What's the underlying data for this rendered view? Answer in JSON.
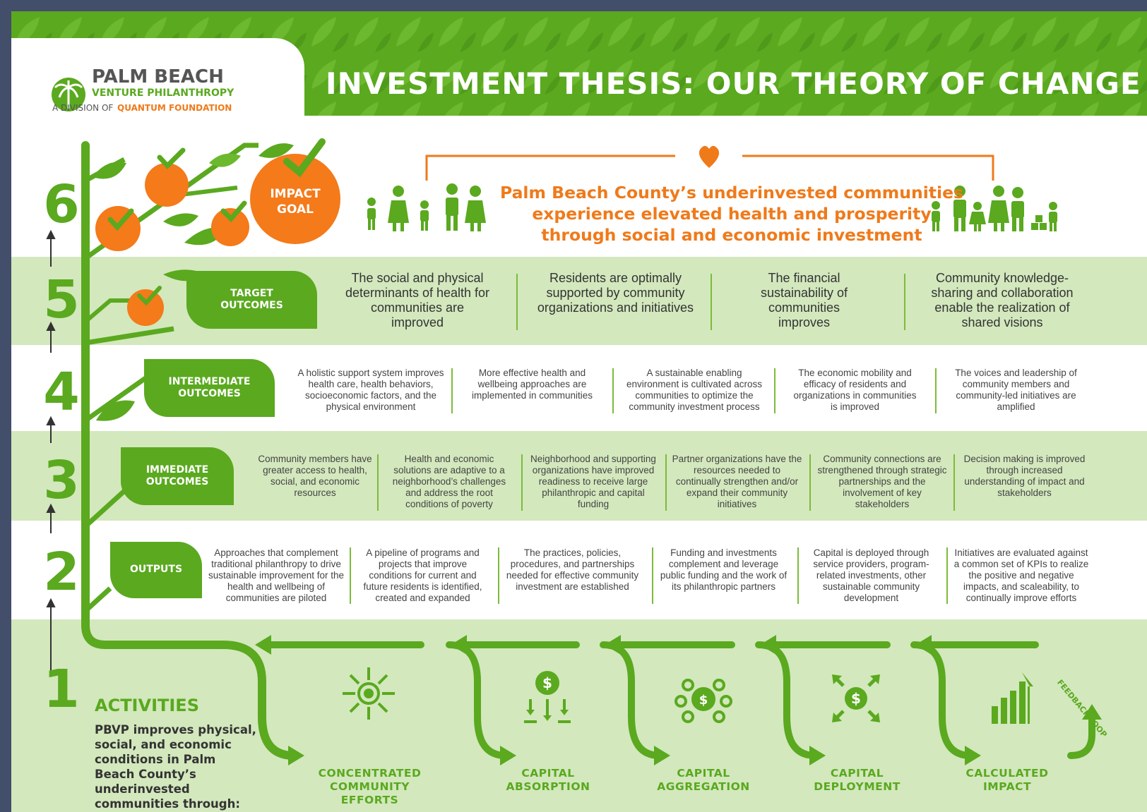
{
  "colors": {
    "green": "#5aa91f",
    "light_green": "#d3e8bd",
    "orange": "#ef7a1a",
    "frame": "#424e6a"
  },
  "header": {
    "title": "INVESTMENT THESIS: OUR THEORY OF CHANGE"
  },
  "logo": {
    "line1": "PALM BEACH",
    "line2": "VENTURE PHILANTHROPY",
    "division_prefix": "A DIVISION OF",
    "division_name": "QUANTUM FOUNDATION"
  },
  "steps": [
    {
      "number": "6",
      "label": "IMPACT GOAL"
    },
    {
      "number": "5",
      "label": "TARGET OUTCOMES"
    },
    {
      "number": "4",
      "label": "INTERMEDIATE OUTCOMES"
    },
    {
      "number": "3",
      "label": "IMMEDIATE OUTCOMES"
    },
    {
      "number": "2",
      "label": "OUTPUTS"
    },
    {
      "number": "1",
      "label": "ACTIVITIES"
    }
  ],
  "impact_goal": {
    "label_line1": "IMPACT",
    "label_line2": "GOAL",
    "text": "Palm Beach County’s underinvested communities experience elevated health and prosperity through social and economic investment"
  },
  "target_outcomes": {
    "label_line1": "TARGET",
    "label_line2": "OUTCOMES",
    "items": [
      "The social and physical determinants of health for communities are improved",
      "Residents are optimally supported by community organizations and initiatives",
      "The financial sustainability of communities improves",
      "Community knowledge-sharing and collaboration enable the realization of shared visions"
    ]
  },
  "intermediate_outcomes": {
    "label_line1": "INTERMEDIATE",
    "label_line2": "OUTCOMES",
    "items": [
      "A holistic support system improves health care, health behaviors, socioeconomic factors, and the physical environment",
      "More effective health and wellbeing approaches are implemented in communities",
      "A sustainable enabling environment is cultivated across communities to optimize the community investment process",
      "The economic mobility and efficacy of residents and organizations in communities is improved",
      "The voices and leadership of community members and community-led initiatives are amplified"
    ]
  },
  "immediate_outcomes": {
    "label_line1": "IMMEDIATE",
    "label_line2": "OUTCOMES",
    "items": [
      "Community members have greater access to health, social, and economic resources",
      "Health and economic solutions are adaptive to a neighborhood’s challenges and address the root conditions of poverty",
      "Neighborhood and supporting organizations have improved readiness to receive large philanthropic and capital funding",
      "Partner organizations have the resources needed to continually strengthen and/or expand their community initiatives",
      "Community connections are strengthened through strategic partnerships and the involvement of key stakeholders",
      "Decision making is improved through increased understanding of impact and stakeholders"
    ]
  },
  "outputs": {
    "label": "OUTPUTS",
    "items": [
      "Approaches that complement traditional philanthropy to drive sustainable improvement for the health and wellbeing of communities are piloted",
      "A pipeline of programs and projects that improve conditions for current and future residents is identified, created and expanded",
      "The practices, policies, procedures, and partnerships needed for effective community investment are established",
      "Funding and investments complement and leverage public funding and the work of its philanthropic partners",
      "Capital is deployed through service providers, program-related investments, other sustainable community development",
      "Initiatives are evaluated against a common set of KPIs to realize the positive and negative impacts, and scaleability, to continually improve efforts"
    ]
  },
  "activities": {
    "title": "ACTIVITIES",
    "description": "PBVP improves physical, social, and economic conditions in Palm Beach County’s underinvested communities through:",
    "feedback_loop": "FEEDBACK LOOP",
    "items": [
      {
        "line1": "CONCENTRATED",
        "line2": "COMMUNITY EFFORTS",
        "icon": "arrows-inward-target-icon"
      },
      {
        "line1": "CAPITAL",
        "line2": "ABSORPTION",
        "icon": "dollar-absorb-icon"
      },
      {
        "line1": "CAPITAL",
        "line2": "AGGREGATION",
        "icon": "dollar-network-icon"
      },
      {
        "line1": "CAPITAL",
        "line2": "DEPLOYMENT",
        "icon": "dollar-arrows-outward-icon"
      },
      {
        "line1": "CALCULATED",
        "line2": "IMPACT",
        "icon": "bar-chart-growth-icon"
      }
    ]
  }
}
